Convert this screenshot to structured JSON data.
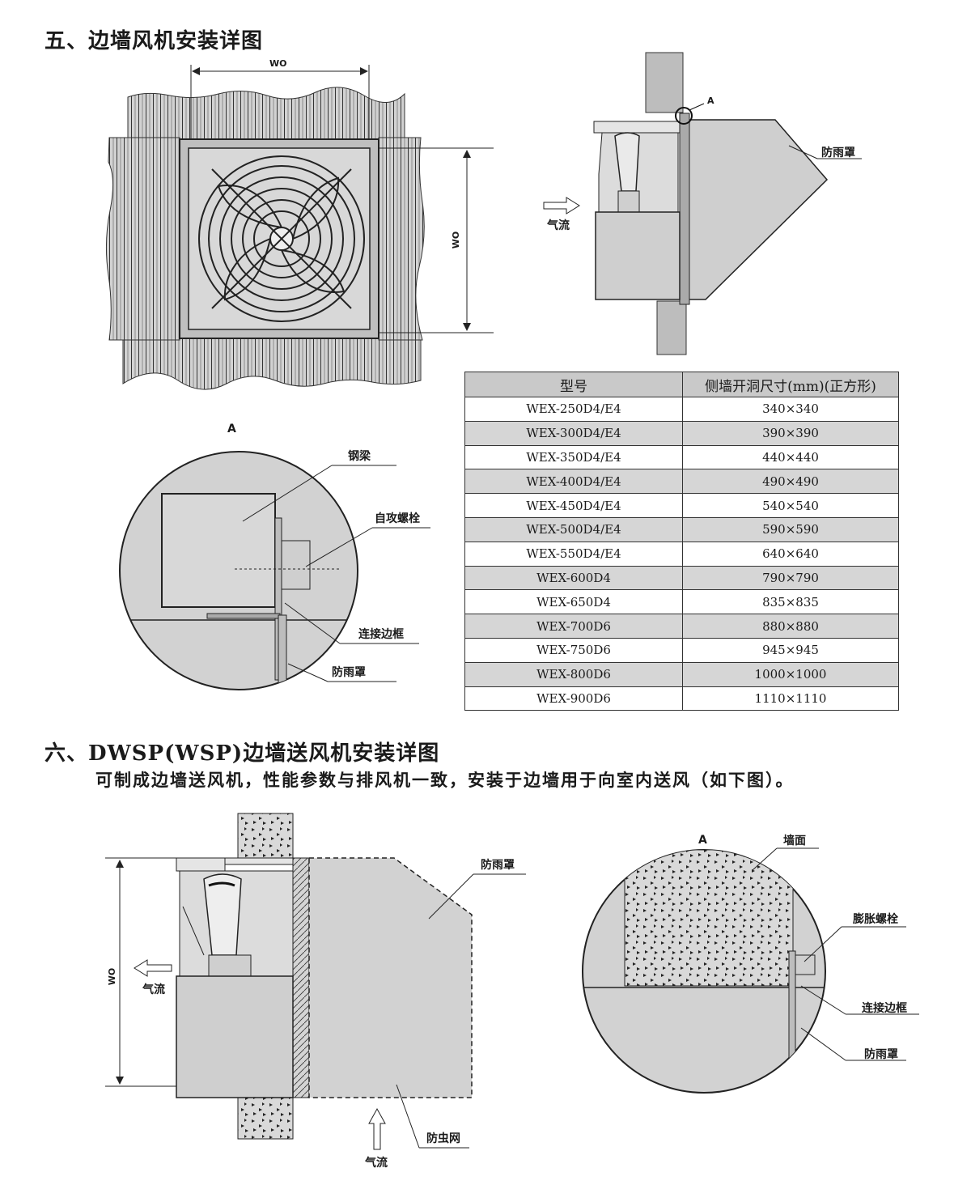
{
  "section5": {
    "title": "五、边墙风机安装详图",
    "wo_label_h": "WO",
    "wo_label_v": "WO",
    "detail_marker": "A",
    "labels": {
      "rain_cover": "防雨罩",
      "airflow": "气流",
      "steel_beam": "钢梁",
      "self_tapping_bolt": "自攻螺栓",
      "connecting_frame": "连接边框",
      "rain_cover_detail": "防雨罩"
    },
    "detail_title": "A"
  },
  "table": {
    "headers": [
      "型号",
      "侧墙开洞尺寸(mm)(正方形)"
    ],
    "rows": [
      [
        "WEX-250D4/E4",
        "340×340"
      ],
      [
        "WEX-300D4/E4",
        "390×390"
      ],
      [
        "WEX-350D4/E4",
        "440×440"
      ],
      [
        "WEX-400D4/E4",
        "490×490"
      ],
      [
        "WEX-450D4/E4",
        "540×540"
      ],
      [
        "WEX-500D4/E4",
        "590×590"
      ],
      [
        "WEX-550D4/E4",
        "640×640"
      ],
      [
        "WEX-600D4",
        "790×790"
      ],
      [
        "WEX-650D4",
        "835×835"
      ],
      [
        "WEX-700D6",
        "880×880"
      ],
      [
        "WEX-750D6",
        "945×945"
      ],
      [
        "WEX-800D6",
        "1000×1000"
      ],
      [
        "WEX-900D6",
        "1110×1110"
      ]
    ]
  },
  "section6": {
    "title": "六、DWSP(WSP)边墙送风机安装详图",
    "subtitle": "可制成边墙送风机，性能参数与排风机一致，安装于边墙用于向室内送风（如下图）。",
    "labels": {
      "rain_cover": "防雨罩",
      "wo": "WO",
      "airflow_left": "气流",
      "insect_screen": "防虫网",
      "airflow_bottom": "气流",
      "detail_marker": "A",
      "wall_surface": "墙面",
      "expansion_bolt": "膨胀螺栓",
      "connecting_frame": "连接边框",
      "rain_cover_detail": "防雨罩"
    }
  }
}
